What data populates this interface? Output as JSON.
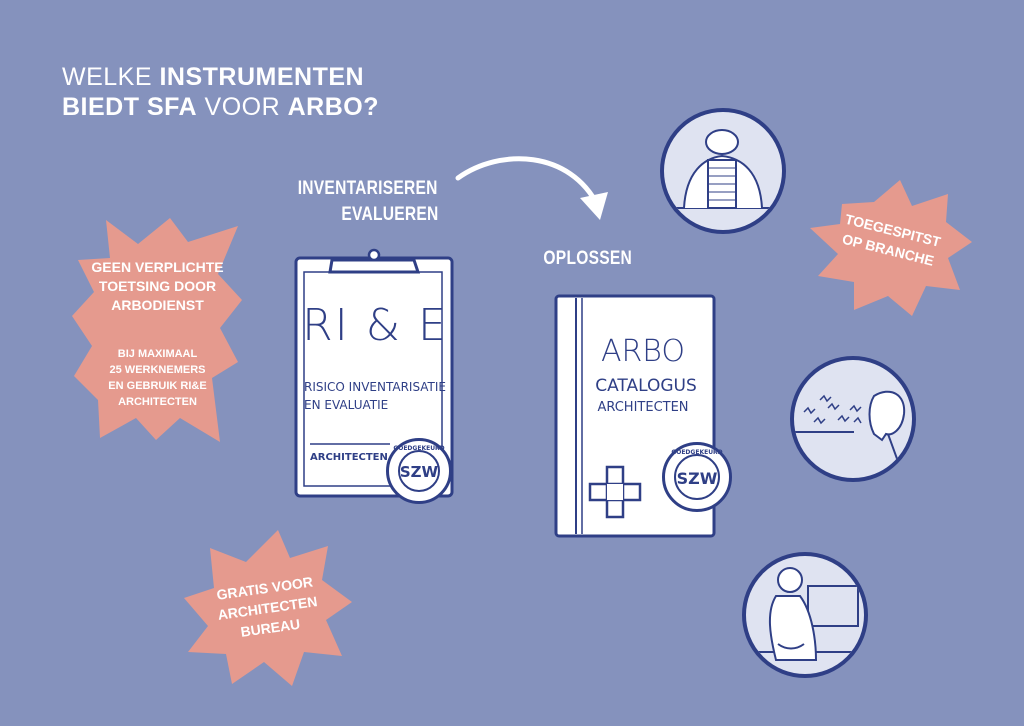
{
  "title": {
    "line1_normal": "WELKE ",
    "line1_bold": "INSTRUMENTEN",
    "line2_bold_a": "BIEDT SFA",
    "line2_normal": " VOOR ",
    "line2_bold_b": "ARBO?"
  },
  "steps": {
    "inventariseren": "INVENTARISEREN",
    "evalueren": "EVALUEREN",
    "oplossen": "OPLOSSEN"
  },
  "bursts": {
    "left": {
      "heading": [
        "GEEN VERPLICHTE",
        "TOETSING DOOR",
        "ARBODIENST"
      ],
      "sub": [
        "BIJ MAXIMAAL",
        "25 WERKNEMERS",
        "EN GEBRUIK RI&E",
        "ARCHITECTEN"
      ]
    },
    "bottom": {
      "lines": [
        "GRATIS VOOR",
        "ARCHITECTEN",
        "BUREAU"
      ]
    },
    "right": {
      "lines": [
        "TOEGESPITST",
        "OP BRANCHE"
      ]
    }
  },
  "clipboard": {
    "big": "RI & E",
    "line1": "RISICO INVENTARISATIE",
    "line2": "EN EVALUATIE",
    "footer": "ARCHITECTEN",
    "stamp_ring": "GOEDGEKEURD",
    "stamp_mark": "SZW"
  },
  "book": {
    "line1": "ARBO",
    "line2": "CATALOGUS",
    "line3": "ARCHITECTEN",
    "stamp_ring": "GOEDGEKEURD",
    "stamp_mark": "SZW"
  },
  "colors": {
    "background": "#8592bd",
    "burst": "#e59a8e",
    "ink": "#2f3f86",
    "paper": "#ffffff"
  }
}
